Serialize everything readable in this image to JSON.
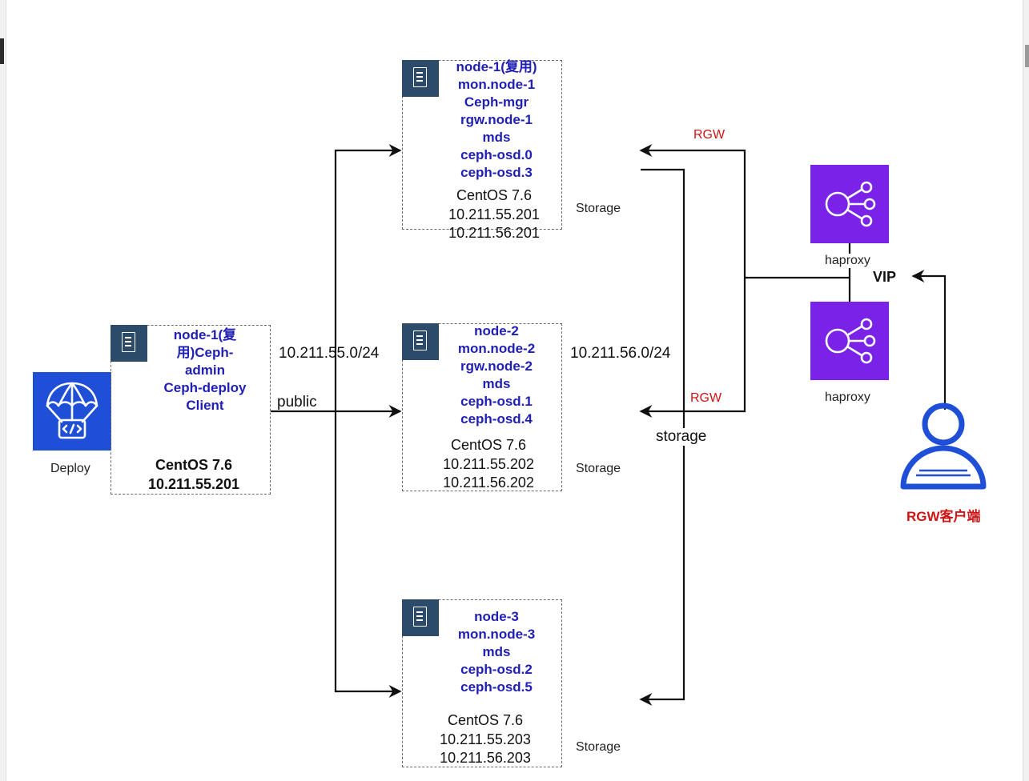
{
  "deploy": {
    "icon": "parachute-code-icon",
    "icon_color": "#1f4fd6",
    "label": "Deploy",
    "lines": [
      "node-1(复",
      "用)Ceph-",
      "admin",
      "Ceph-deploy",
      "Client"
    ],
    "os": "CentOS 7.6",
    "ip": "10.211.55.201"
  },
  "nodes": [
    {
      "lines": [
        "node-1(复用)",
        "mon.node-1",
        "Ceph-mgr",
        "rgw.node-1",
        "mds",
        "ceph-osd.0",
        "ceph-osd.3"
      ],
      "os": "CentOS 7.6",
      "ip_public": "10.211.55.201",
      "ip_storage": "10.211.56.201",
      "storage_label": "Storage"
    },
    {
      "lines": [
        "node-2",
        "mon.node-2",
        "rgw.node-2",
        "mds",
        "ceph-osd.1",
        "ceph-osd.4"
      ],
      "os": "CentOS 7.6",
      "ip_public": "10.211.55.202",
      "ip_storage": "10.211.56.202",
      "storage_label": "Storage"
    },
    {
      "lines": [
        "node-3",
        "mon.node-3",
        "mds",
        "ceph-osd.2",
        "ceph-osd.5"
      ],
      "os": "CentOS 7.6",
      "ip_public": "10.211.55.203",
      "ip_storage": "10.211.56.203",
      "storage_label": "Storage"
    }
  ],
  "networks": {
    "public_subnet": "10.211.55.0/24",
    "public_label": "public",
    "storage_subnet": "10.211.56.0/24",
    "storage_label": "storage"
  },
  "rgw": {
    "label_top": "RGW",
    "label_mid": "RGW",
    "color": "#d01414"
  },
  "haproxy": [
    {
      "label": "haproxy",
      "icon": "load-balancer-icon"
    },
    {
      "label": "haproxy",
      "icon": "load-balancer-icon"
    }
  ],
  "haproxy_color": "#7a22e8",
  "vip_label": "VIP",
  "client": {
    "label": "RGW客户端",
    "icon": "user-icon",
    "icon_color": "#1f4fd6"
  },
  "colors": {
    "service_text": "#1f1fb5",
    "server_icon": "#2c4a6a"
  }
}
